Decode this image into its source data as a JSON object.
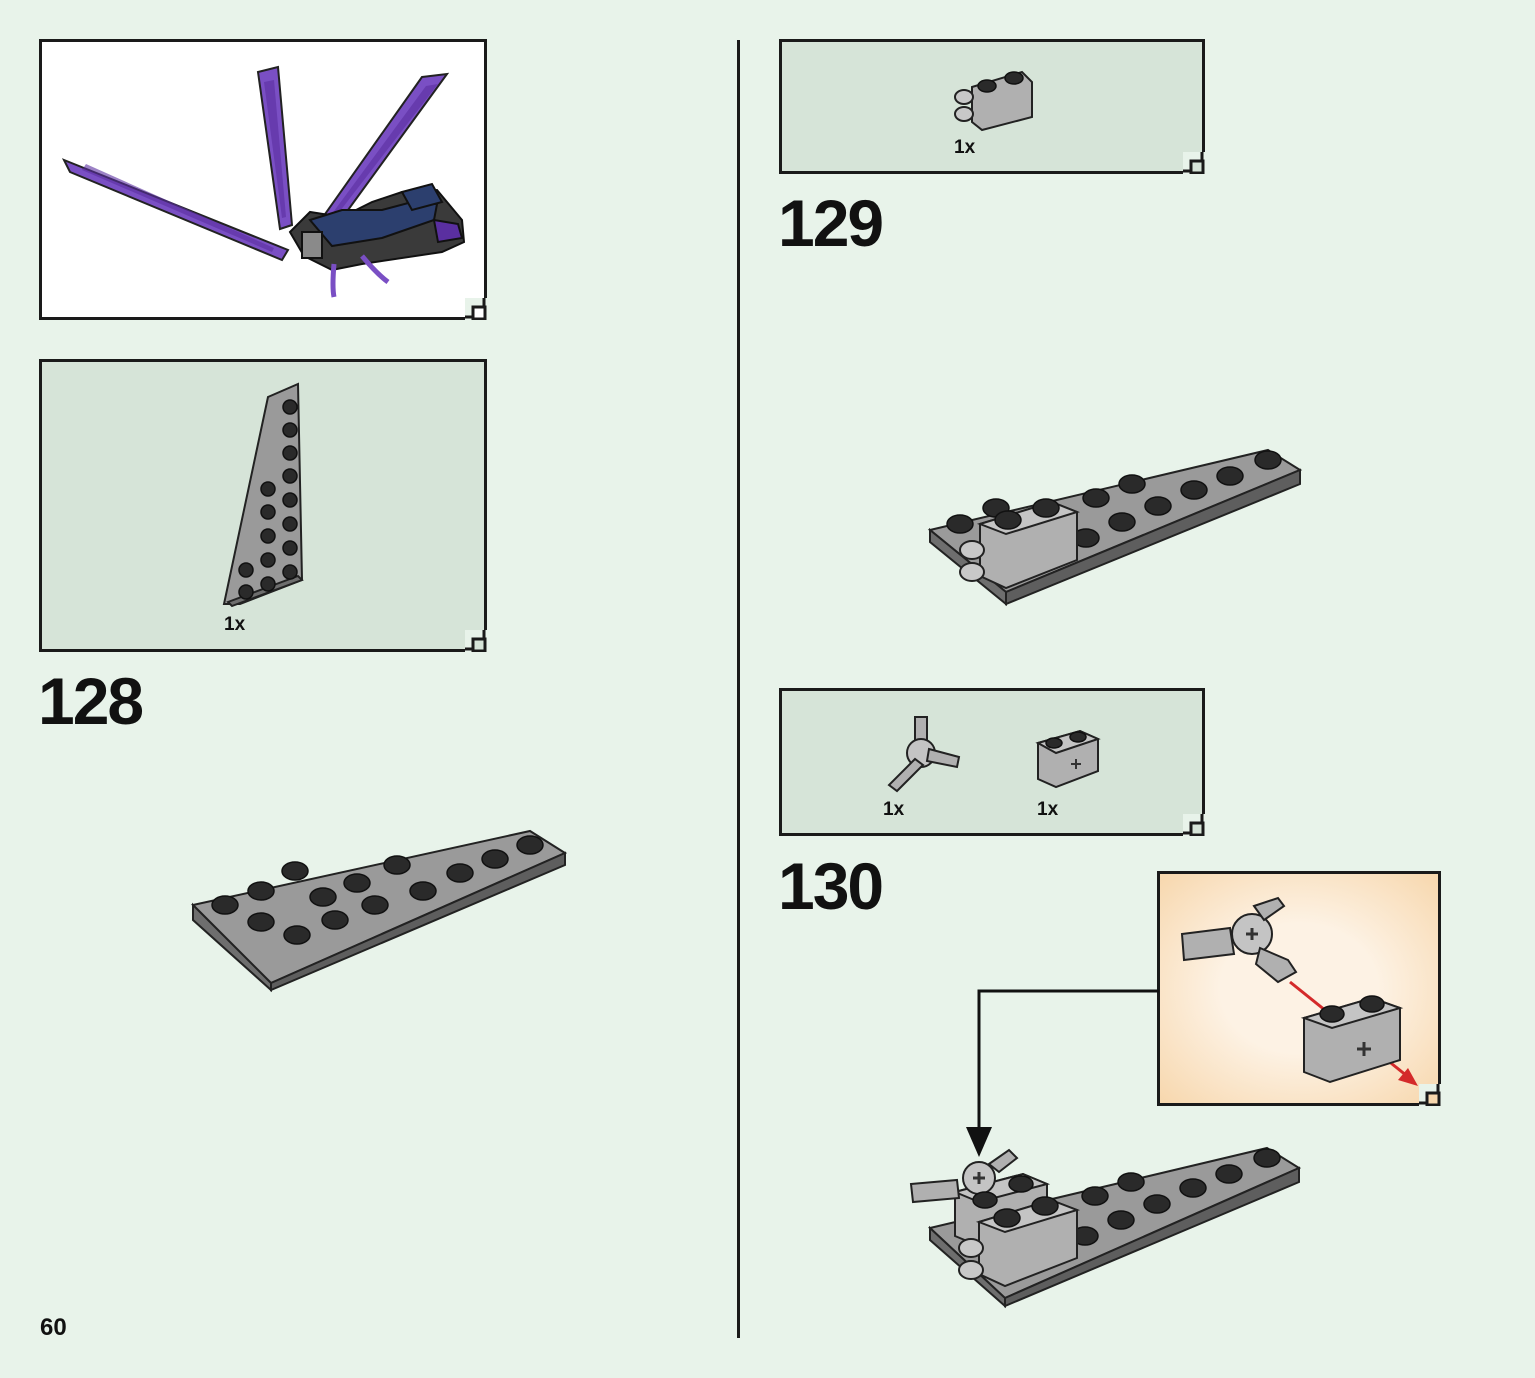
{
  "page": {
    "number": "60"
  },
  "steps": [
    {
      "number": "128",
      "parts": [
        {
          "qty": "1x",
          "part": "wedge-plate-dark-grey"
        }
      ]
    },
    {
      "number": "129",
      "parts": [
        {
          "qty": "1x",
          "part": "hinge-brick-light-grey"
        }
      ]
    },
    {
      "number": "130",
      "parts": [
        {
          "qty": "1x",
          "part": "axle-connector-3-way"
        },
        {
          "qty": "1x",
          "part": "brick-1x2-axle-hole"
        }
      ]
    }
  ],
  "colors": {
    "background": "#e8f3ea",
    "parts_box": "#d6e4d8",
    "dark_grey": "#6b6b6b",
    "light_grey": "#a8a8a8",
    "purple": "#7a4fc4",
    "navy": "#2c3f6e",
    "arrow_red": "#d42a2a",
    "callout_bg": "#f7d7ad"
  }
}
